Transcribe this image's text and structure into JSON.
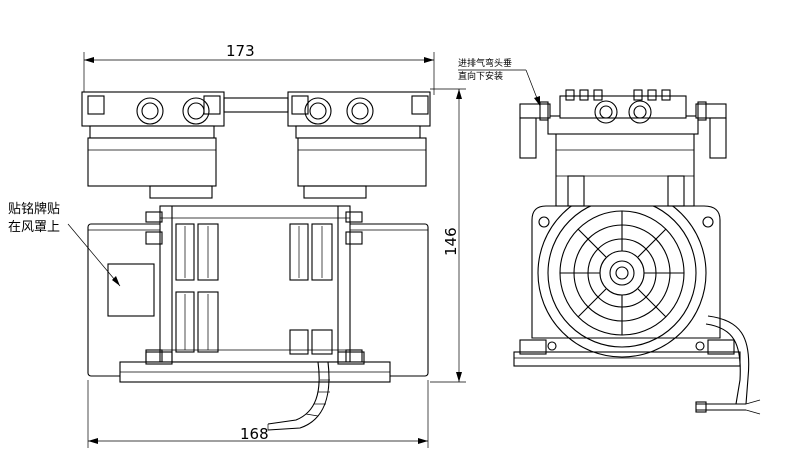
{
  "dimensions": {
    "overall_width_top": "173",
    "height_right": "146",
    "base_width_bottom": "168"
  },
  "notes": {
    "nameplate_line1": "贴铭牌贴",
    "nameplate_line2": "在风罩上",
    "elbow_line1": "进排气弯头垂",
    "elbow_line2": "直向下安装"
  }
}
